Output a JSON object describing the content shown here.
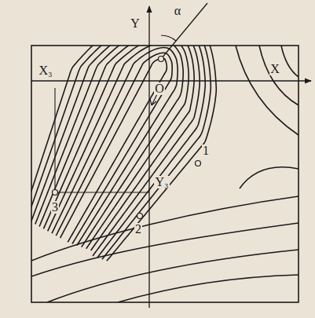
{
  "diagram": {
    "labels": [
      "Y",
      "α",
      "X",
      "O",
      "X₃",
      "Y₃",
      "1",
      "2",
      "3"
    ]
  }
}
